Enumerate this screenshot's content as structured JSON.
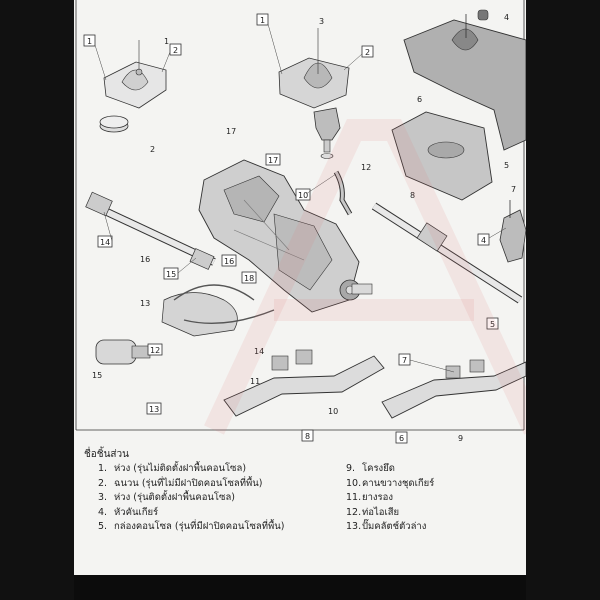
{
  "callouts": {
    "c1a": "1",
    "c1b": "1",
    "c1c": "1",
    "c2a": "2",
    "c2b": "2",
    "c2c": "2",
    "c3": "3",
    "c4a": "4",
    "c4b": "4",
    "c5a": "5",
    "c5b": "5",
    "c6a": "6",
    "c6b": "6",
    "c7a": "7",
    "c7b": "7",
    "c8a": "8",
    "c8b": "8",
    "c9": "9",
    "c10a": "10",
    "c10b": "10",
    "c11": "11",
    "c12a": "12",
    "c12b": "12",
    "c13a": "13",
    "c13b": "13",
    "c14a": "14",
    "c14b": "14",
    "c15a": "15",
    "c15b": "15",
    "c16a": "16",
    "c16b": "16",
    "c17a": "17",
    "c17b": "17",
    "c18": "18"
  },
  "legend": {
    "heading": "ชื่อชิ้นส่วน",
    "left": [
      {
        "n": "1.",
        "text": "ห่วง (รุ่นไม่ติดตั้งฝาพื้นคอนโซล)"
      },
      {
        "n": "2.",
        "text": "ฉนวน (รุ่นที่ไม่มีฝาปิดคอนโซลที่พื้น)"
      },
      {
        "n": "3.",
        "text": "ห่วง (รุ่นติดตั้งฝาพื้นคอนโซล)"
      },
      {
        "n": "4.",
        "text": "หัวคันเกียร์"
      },
      {
        "n": "5.",
        "text": "กล่องคอนโซล (รุ่นที่มีฝาปิดคอนโซลที่พื้น)"
      }
    ],
    "right": [
      {
        "n": "9.",
        "text": "โครงยึด"
      },
      {
        "n": "10.",
        "text": "คานขวางชุดเกียร์"
      },
      {
        "n": "11.",
        "text": "ยางรอง"
      },
      {
        "n": "12.",
        "text": "ท่อไอเสีย"
      },
      {
        "n": "13.",
        "text": "ปั๊มคลัตช์ตัวล่าง"
      }
    ]
  }
}
